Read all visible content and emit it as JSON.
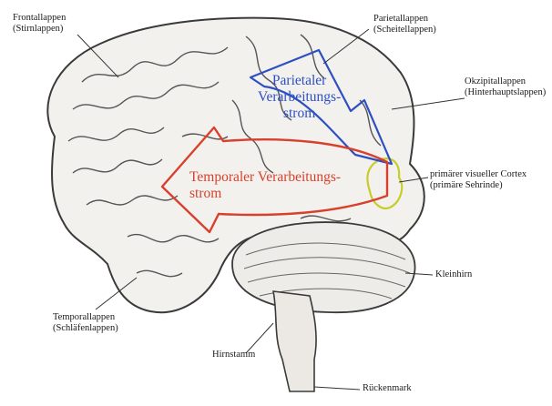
{
  "labels": {
    "frontal": [
      "Frontallappen",
      "(Stirnlappen)"
    ],
    "parietal": [
      "Parietallappen",
      "(Scheitellappen)"
    ],
    "occipital": [
      "Okzipitallappen",
      "(Hinterhauptslappen)"
    ],
    "visual_cortex": [
      "primärer visueller Cortex",
      "(primäre Sehrinde)"
    ],
    "cerebellum": "Kleinhirn",
    "temporal": [
      "Temporallappen",
      "(Schläfenlappen)"
    ],
    "brainstem": "Hirnstamm",
    "spinal_cord": "Rückenmark"
  },
  "streams": {
    "parietal": [
      "Parietaler",
      "Verarbeitungs-",
      "strom"
    ],
    "temporal": [
      "Temporaler Verarbeitungs-",
      "strom"
    ]
  },
  "colors": {
    "parietal_stream": "#2d4fc4",
    "temporal_stream": "#d8402c",
    "visual_cortex_outline": "#c8cc2a",
    "brain_fill": "#f3f1ee",
    "line": "#3a3a3a"
  }
}
